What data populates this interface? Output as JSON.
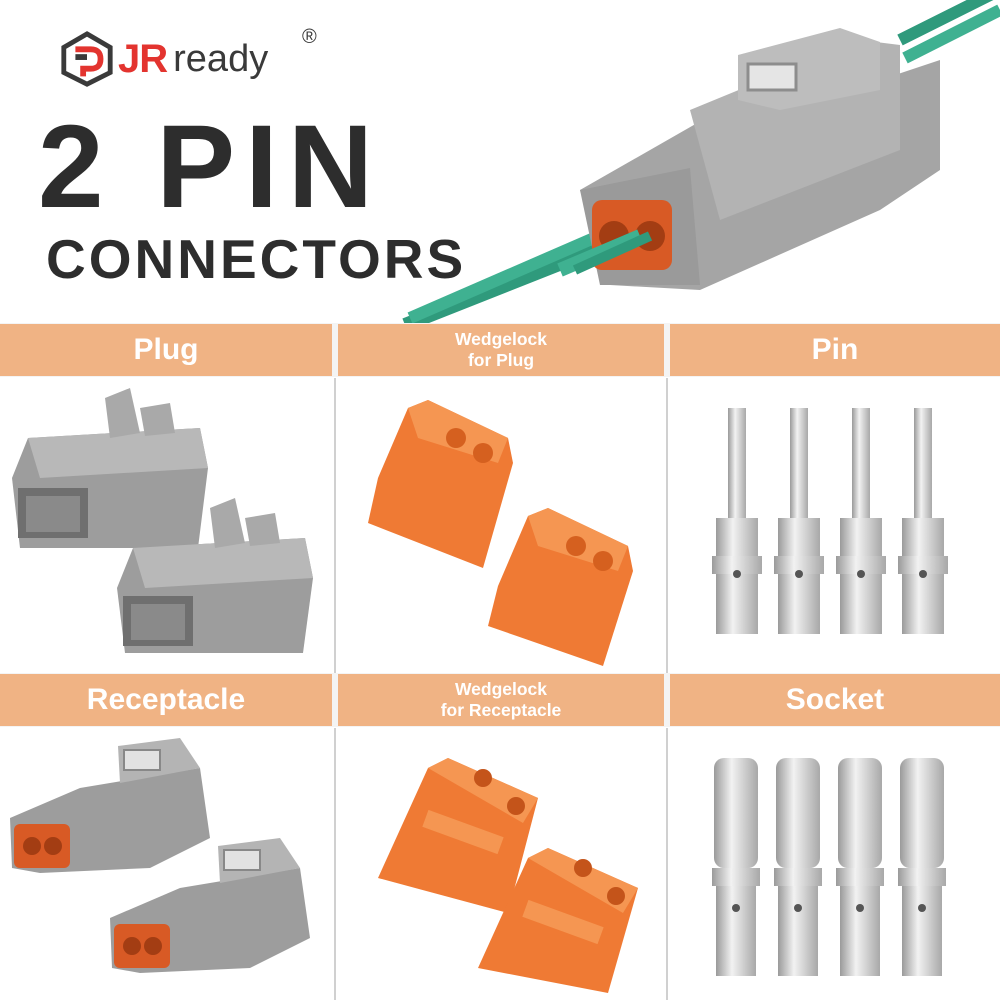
{
  "brand": {
    "name_jr": "JR",
    "name_ready": "ready",
    "registered": "®"
  },
  "heading": {
    "main": "2 PIN",
    "sub": "CONNECTORS"
  },
  "colors": {
    "label_bg": "#f0b384",
    "connector_gray": "#9c9c9c",
    "seal_orange": "#e2652c",
    "wedge_orange": "#ef7a34",
    "wire_green": "#3aa88a",
    "metal_silver": "#cfcfcf"
  },
  "sections": [
    {
      "id": "plug",
      "label": "Plug"
    },
    {
      "id": "wedgelock-plug",
      "label_lines": [
        "Wedgelock",
        "for Plug"
      ]
    },
    {
      "id": "pin",
      "label": "Pin"
    },
    {
      "id": "receptacle",
      "label": "Receptacle"
    },
    {
      "id": "wedgelock-receptacle",
      "label_lines": [
        "Wedgelock",
        "for Receptacle"
      ]
    },
    {
      "id": "socket",
      "label": "Socket"
    }
  ],
  "counts": {
    "plugs": 2,
    "wedgelocks_plug": 2,
    "pins": 4,
    "receptacles": 2,
    "wedgelocks_receptacle": 2,
    "sockets": 4
  }
}
